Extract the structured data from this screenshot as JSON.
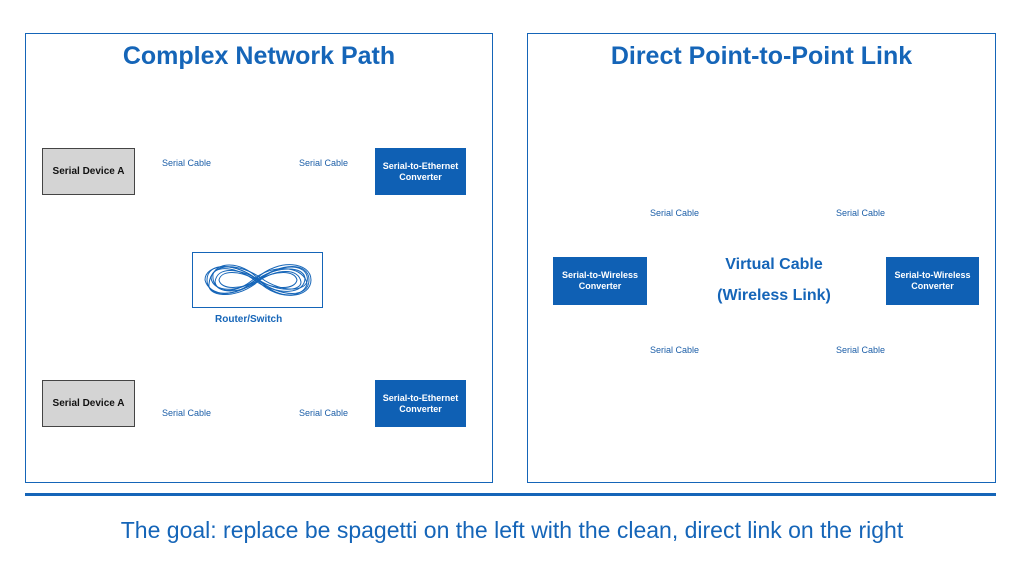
{
  "left": {
    "title": "Complex Network Path",
    "device_top": "Serial Device A",
    "device_bottom": "Serial Device A",
    "converter_top": "Serial-to-Ethernet Converter",
    "converter_bottom": "Serial-to-Ethernet Converter",
    "router_label": "Router/Switch",
    "cable_labels": [
      "Serial Cable",
      "Serial Cable",
      "Serial Cable",
      "Serial Cable"
    ]
  },
  "right": {
    "title": "Direct Point-to-Point Link",
    "converter_left": "Serial-to-Wireless Converter",
    "converter_right": "Serial-to-Wireless Converter",
    "virtual_cable": "Virtual Cable",
    "wireless_link": "(Wireless Link)",
    "cable_labels": [
      "Serial Cable",
      "Serial Cable",
      "Serial Cable",
      "Serial Cable"
    ]
  },
  "caption": "The goal: replace be spagetti on the left with the clean, direct link on the right",
  "colors": {
    "accent": "#1565b8",
    "box_blue": "#0f60b4",
    "device_gray": "#d4d4d4"
  }
}
